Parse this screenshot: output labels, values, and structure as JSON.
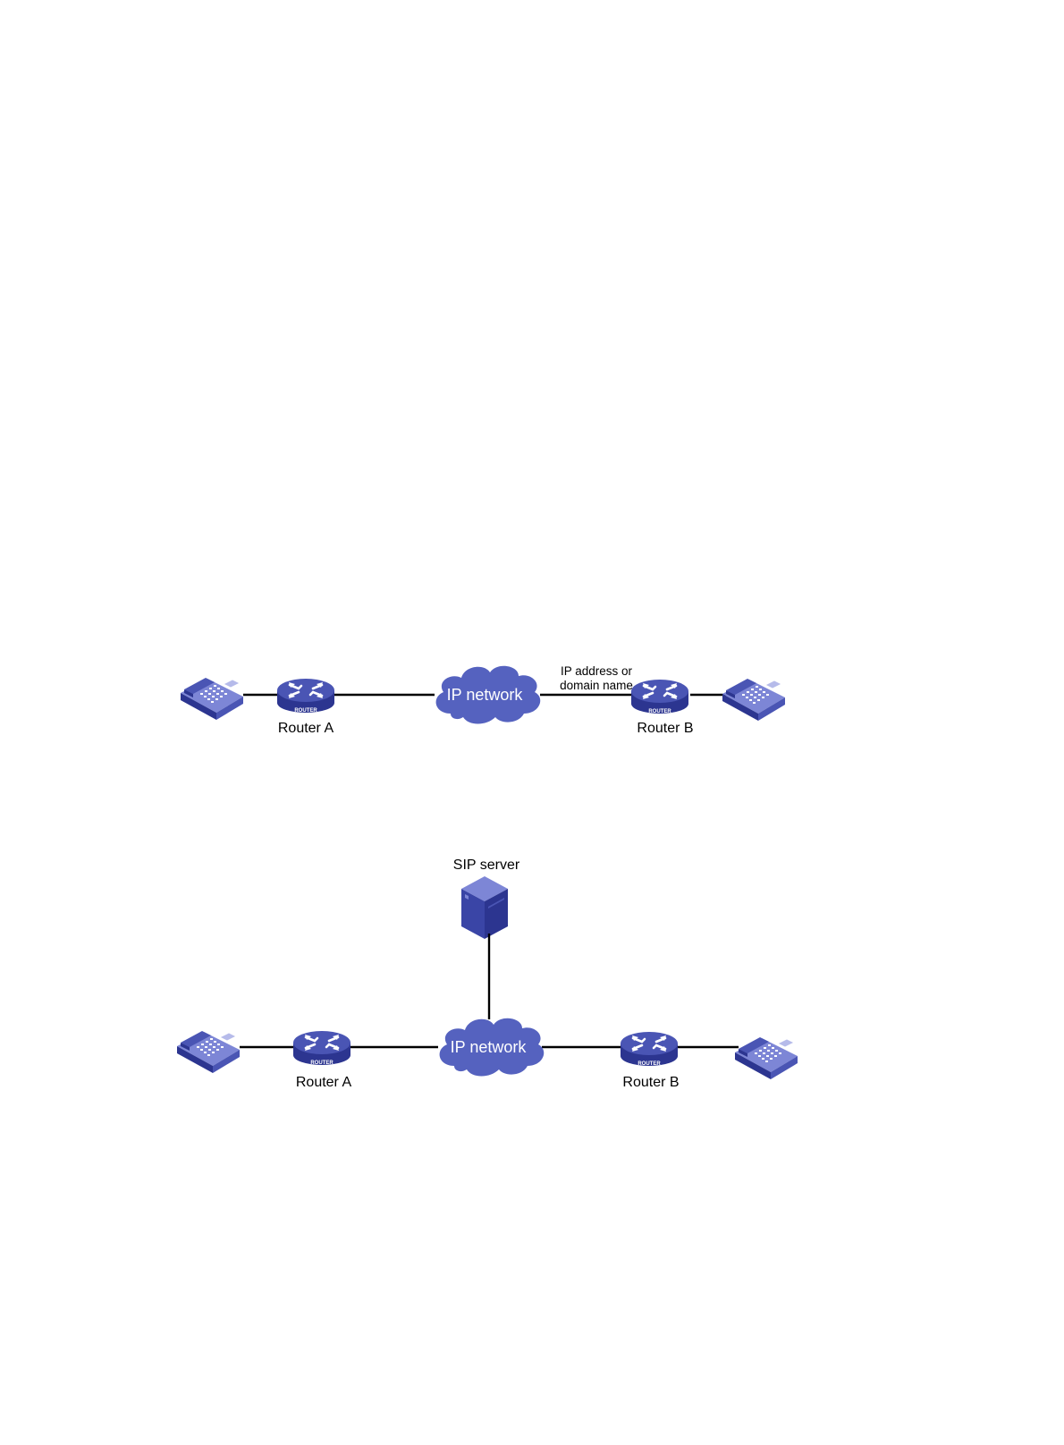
{
  "colors": {
    "device_blue": "#4a55b4",
    "device_dark": "#2c3590",
    "device_light": "#7d86d6",
    "link": "#000000",
    "text": "#000000"
  },
  "icons": {
    "phone": "ip-phone-icon",
    "router": "router-icon",
    "cloud": "cloud-icon",
    "server": "server-icon"
  },
  "diagram_1": {
    "router_a_label": "Router A",
    "router_b_label": "Router B",
    "router_a_tag": "ROUTER",
    "router_b_tag": "ROUTER",
    "cloud_label": "IP network",
    "link_label_line1": "IP address or",
    "link_label_line2": "domain name"
  },
  "diagram_2": {
    "server_label": "SIP server",
    "router_a_label": "Router A",
    "router_b_label": "Router B",
    "router_a_tag": "ROUTER",
    "router_b_tag": "ROUTER",
    "cloud_label": "IP network"
  }
}
